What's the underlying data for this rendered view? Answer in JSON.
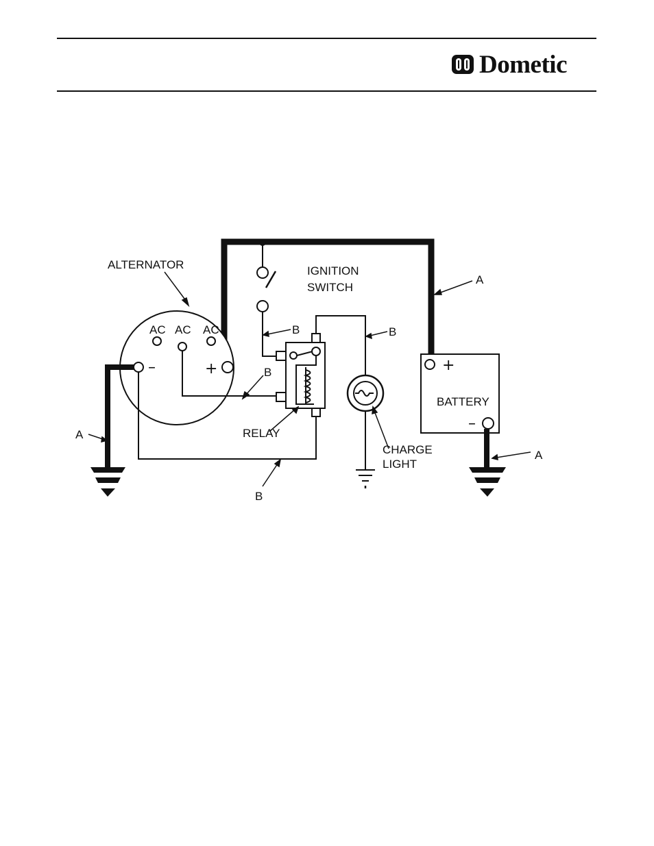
{
  "header": {
    "brand": "Dometic",
    "logo_icon": "dometic-logo-icon"
  },
  "diagram": {
    "alternator": {
      "label": "ALTERNATOR",
      "ac_terminals": [
        "AC",
        "AC",
        "AC"
      ],
      "negative_symbol": "–",
      "positive_symbol": "+"
    },
    "ignition_switch": {
      "line1": "IGNITION",
      "line2": "SWITCH"
    },
    "relay": {
      "label": "RELAY"
    },
    "charge_light": {
      "line1": "CHARGE",
      "line2": "LIGHT"
    },
    "battery": {
      "label": "BATTERY",
      "positive_symbol": "+",
      "negative_symbol": "–"
    },
    "wire_labels": {
      "heavy_top": "A",
      "alt_ground": "A",
      "batt_ground": "A",
      "switch_to_relay": "B",
      "relay_to_light": "B",
      "ac_to_relay": "B",
      "bottom_return": "B"
    },
    "colors": {
      "ink": "#111111",
      "paper": "#ffffff"
    }
  }
}
